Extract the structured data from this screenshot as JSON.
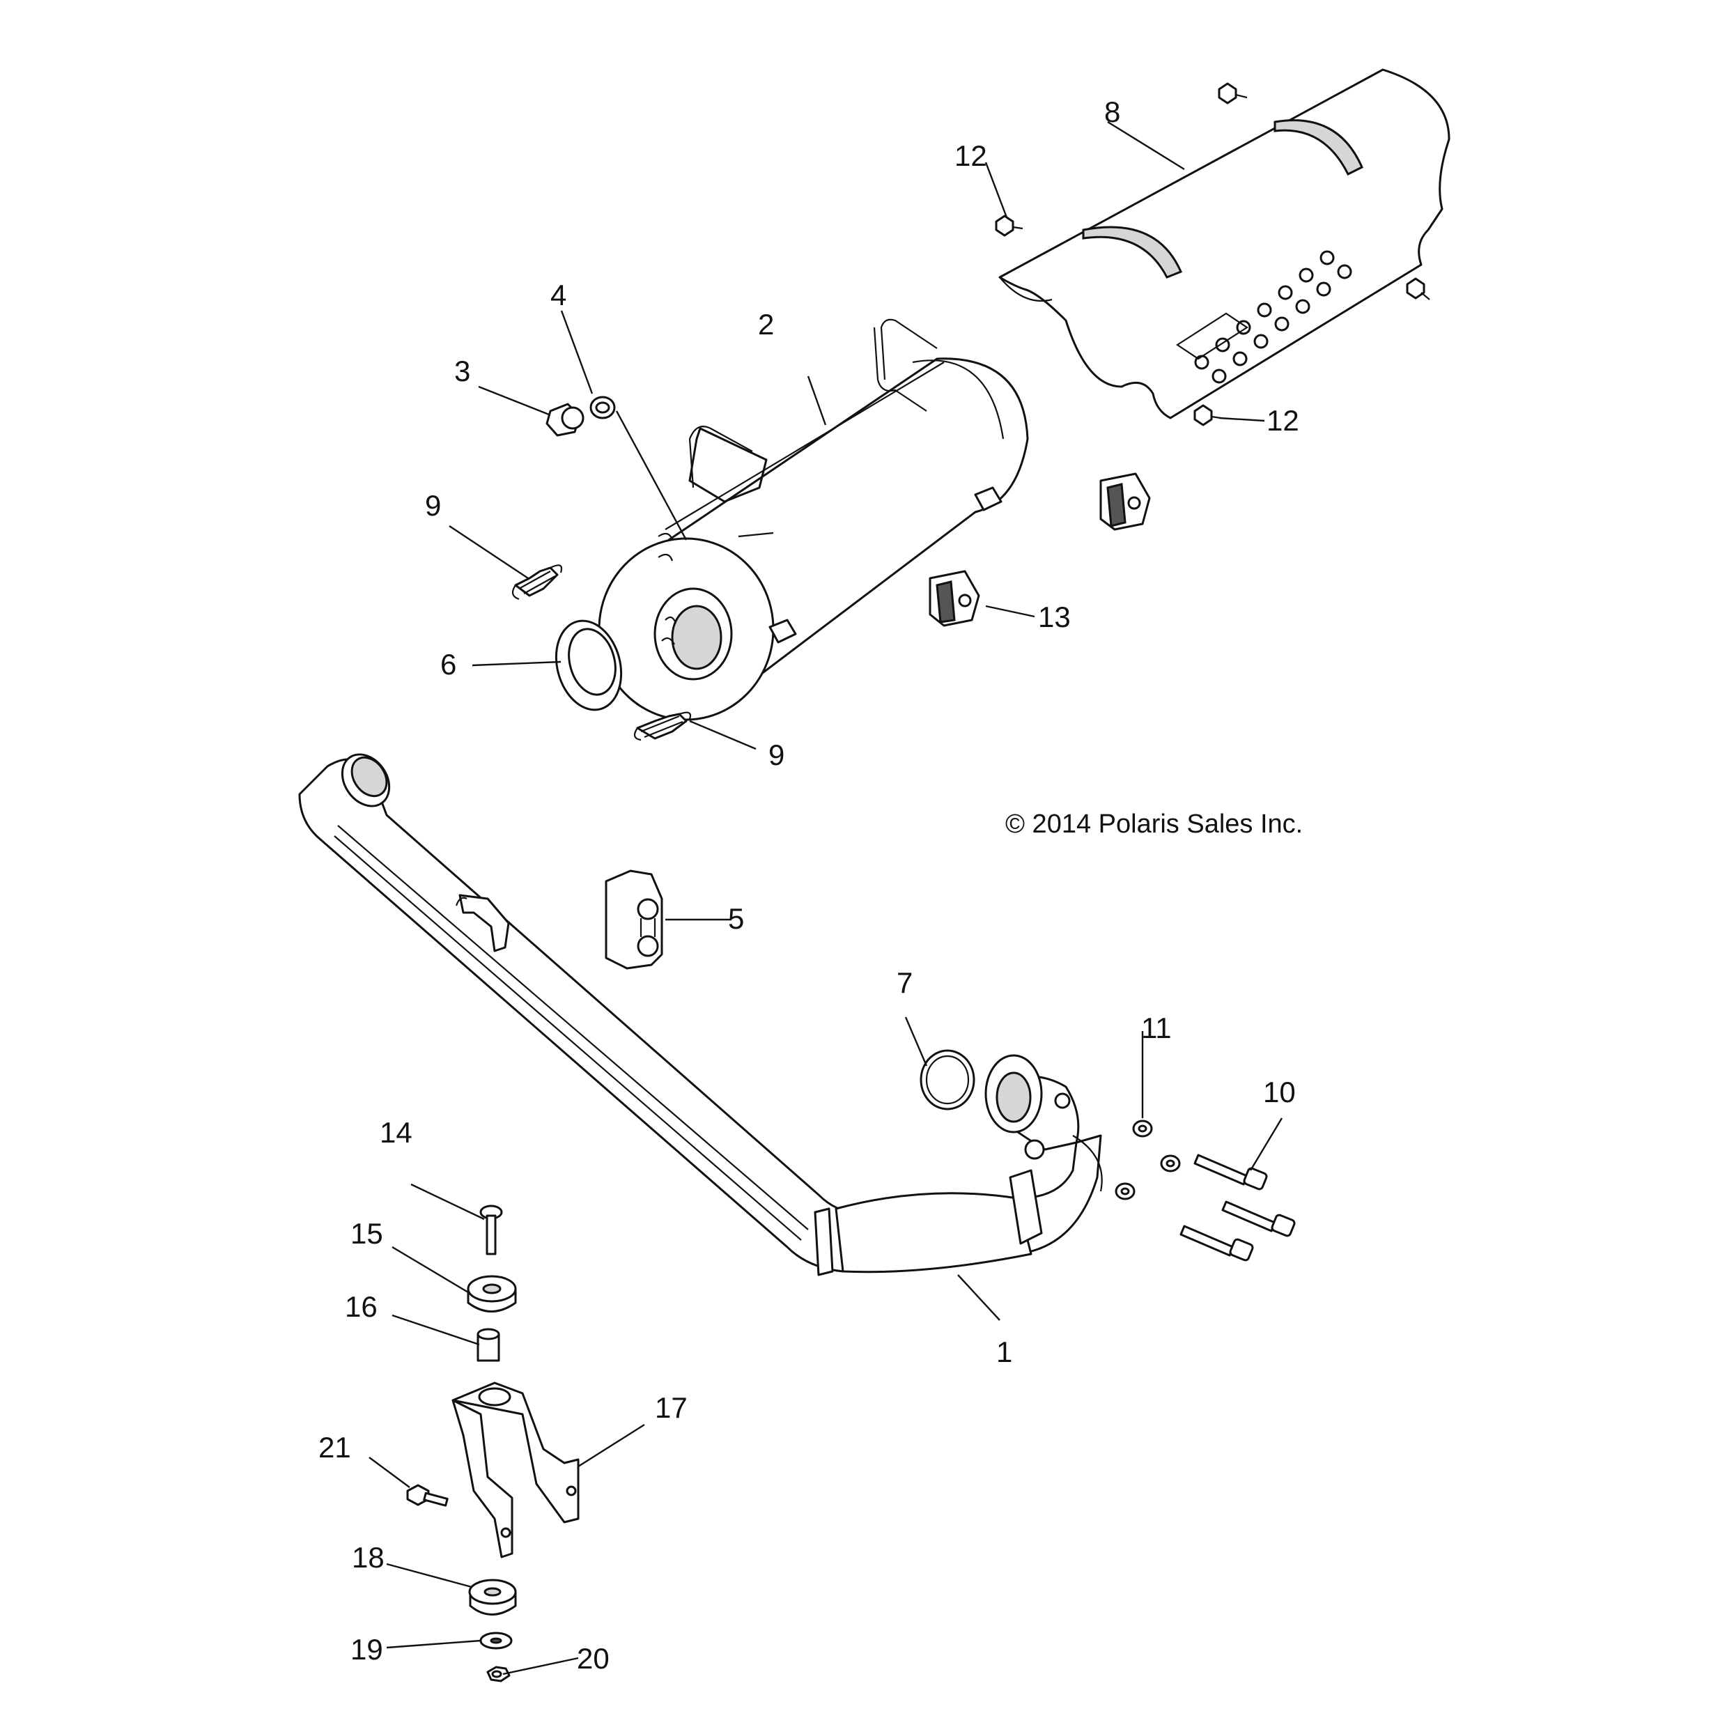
{
  "copyright": "© 2014 Polaris Sales Inc.",
  "callouts": {
    "c1": "1",
    "c2": "2",
    "c3": "3",
    "c4": "4",
    "c5": "5",
    "c6": "6",
    "c7": "7",
    "c8": "8",
    "c9a": "9",
    "c9b": "9",
    "c10": "10",
    "c11": "11",
    "c12a": "12",
    "c12b": "12",
    "c13": "13",
    "c14": "14",
    "c15": "15",
    "c16": "16",
    "c17": "17",
    "c18": "18",
    "c19": "19",
    "c20": "20",
    "c21": "21"
  }
}
